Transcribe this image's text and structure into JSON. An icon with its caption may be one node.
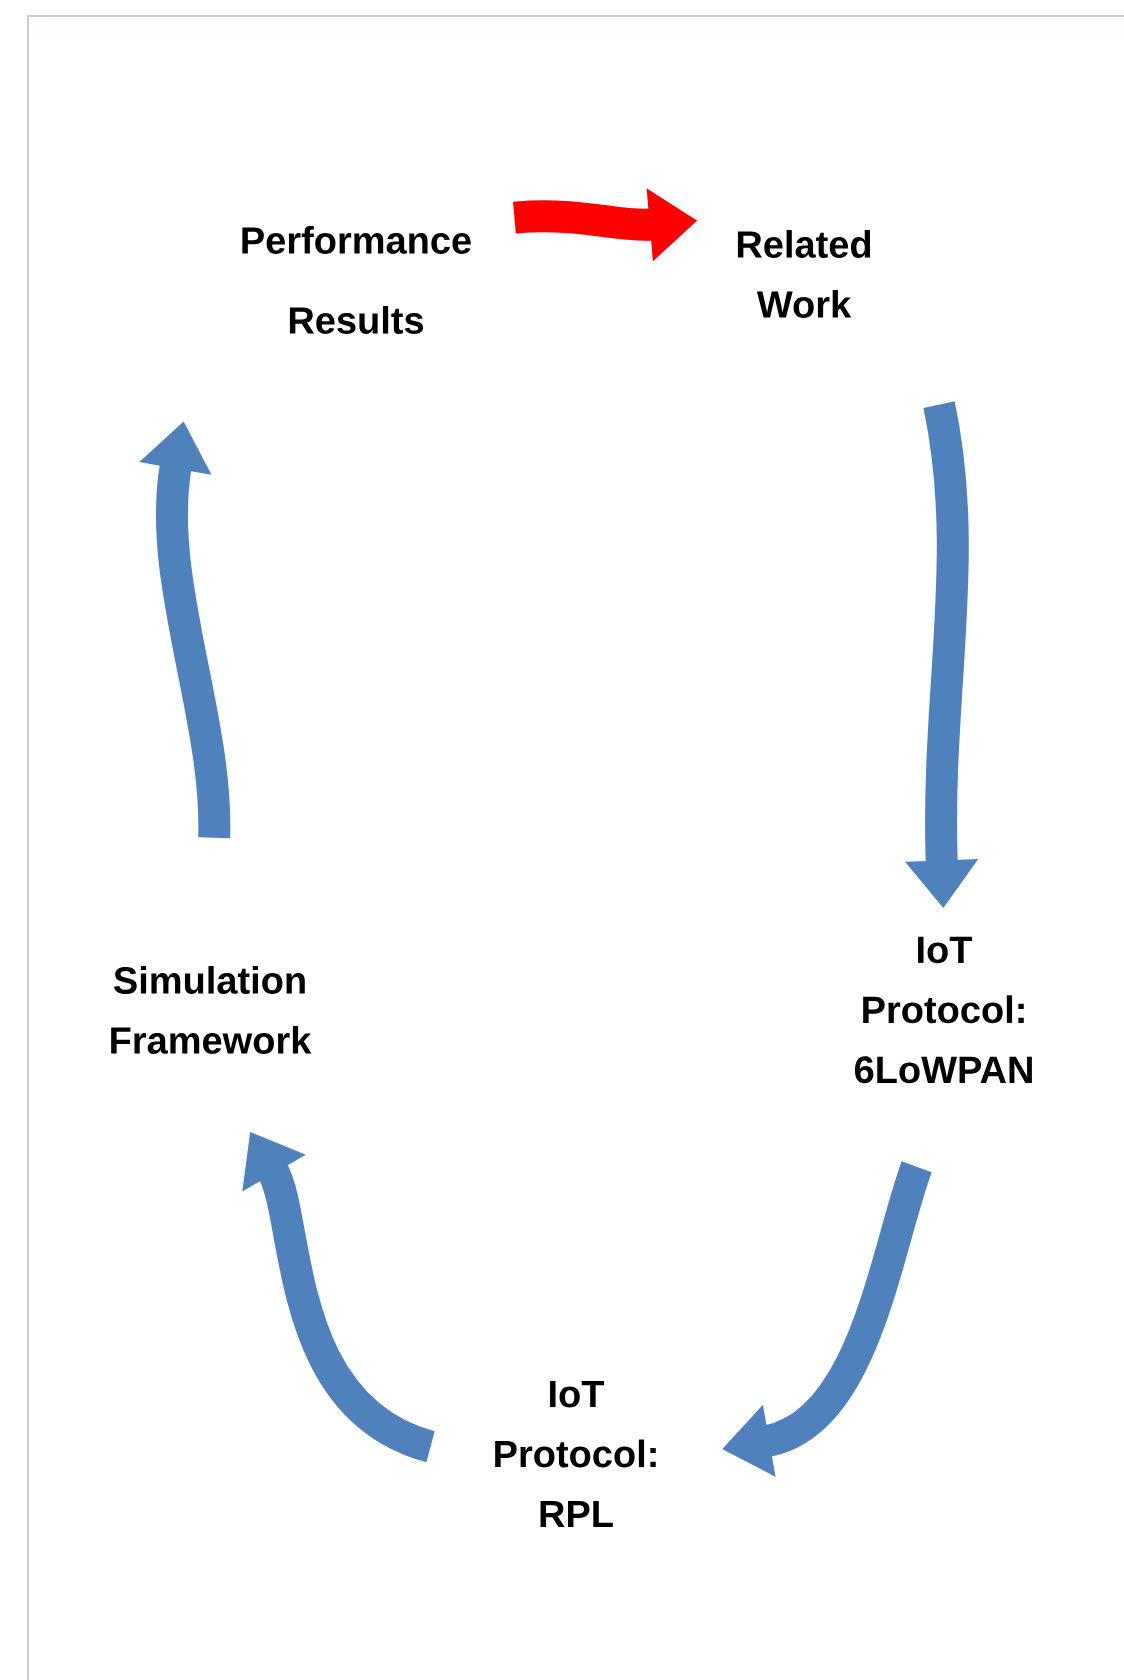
{
  "diagram": {
    "nodes": [
      {
        "text": [
          "Performance Results"
        ]
      },
      {
        "text": [
          "Related Work"
        ]
      },
      {
        "text": [
          "IoT Protocol: 6LoWPAN"
        ]
      },
      {
        "text": [
          "IoT Protocol: RPL"
        ]
      },
      {
        "text": [
          "Simulation Framework"
        ]
      }
    ],
    "edges": [
      {
        "from": 0,
        "to": 1,
        "arrow": "to",
        "color": "#ff0000"
      },
      {
        "from": 1,
        "to": 2,
        "arrow": "to"
      },
      {
        "from": 2,
        "to": 3,
        "arrow": "to"
      },
      {
        "from": 3,
        "to": 4,
        "arrow": "to"
      },
      {
        "from": 4,
        "to": 0,
        "arrow": "to"
      }
    ]
  }
}
